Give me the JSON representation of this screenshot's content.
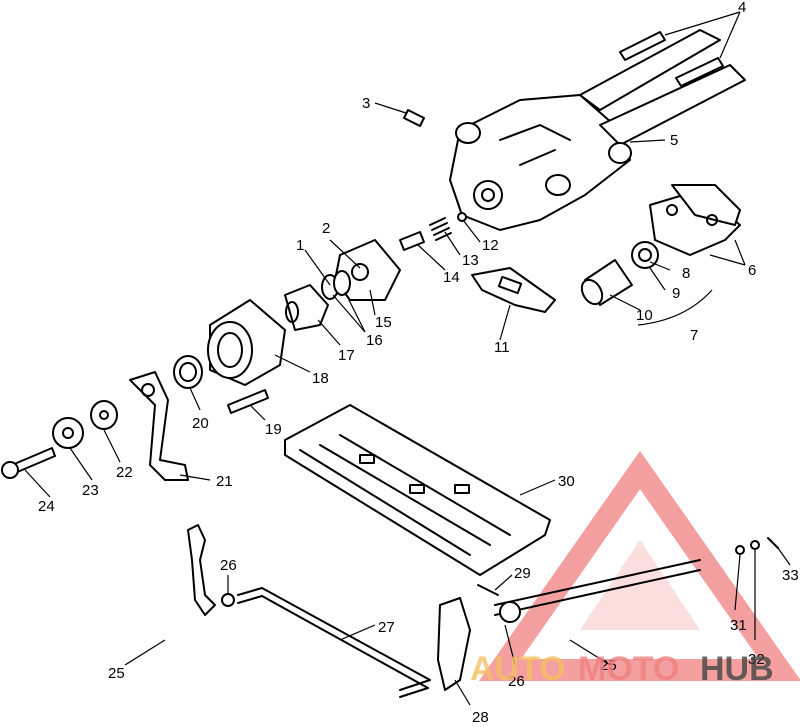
{
  "callouts": [
    {
      "id": "1",
      "label": "1"
    },
    {
      "id": "2",
      "label": "2"
    },
    {
      "id": "3",
      "label": "3"
    },
    {
      "id": "4",
      "label": "4"
    },
    {
      "id": "5",
      "label": "5"
    },
    {
      "id": "6",
      "label": "6"
    },
    {
      "id": "7",
      "label": "7"
    },
    {
      "id": "8",
      "label": "8"
    },
    {
      "id": "9",
      "label": "9"
    },
    {
      "id": "10",
      "label": "10"
    },
    {
      "id": "11",
      "label": "11"
    },
    {
      "id": "12",
      "label": "12"
    },
    {
      "id": "13",
      "label": "13"
    },
    {
      "id": "14",
      "label": "14"
    },
    {
      "id": "15",
      "label": "15"
    },
    {
      "id": "16",
      "label": "16"
    },
    {
      "id": "17",
      "label": "17"
    },
    {
      "id": "18",
      "label": "18"
    },
    {
      "id": "19",
      "label": "19"
    },
    {
      "id": "20",
      "label": "20"
    },
    {
      "id": "21",
      "label": "21"
    },
    {
      "id": "22",
      "label": "22"
    },
    {
      "id": "23",
      "label": "23"
    },
    {
      "id": "24",
      "label": "24"
    },
    {
      "id": "25a",
      "label": "25"
    },
    {
      "id": "25b",
      "label": "25"
    },
    {
      "id": "26a",
      "label": "26"
    },
    {
      "id": "26b",
      "label": "26"
    },
    {
      "id": "27",
      "label": "27"
    },
    {
      "id": "28",
      "label": "28"
    },
    {
      "id": "29",
      "label": "29"
    },
    {
      "id": "30",
      "label": "30"
    },
    {
      "id": "31",
      "label": "31"
    },
    {
      "id": "32",
      "label": "32"
    },
    {
      "id": "33",
      "label": "33"
    }
  ],
  "watermark": {
    "part1": "AUTO",
    "part2": "MOTO",
    "part3": "HUB",
    "color_primary": "#f08080",
    "color_secondary": "#f5c060",
    "color_text_dark": "#444444"
  }
}
